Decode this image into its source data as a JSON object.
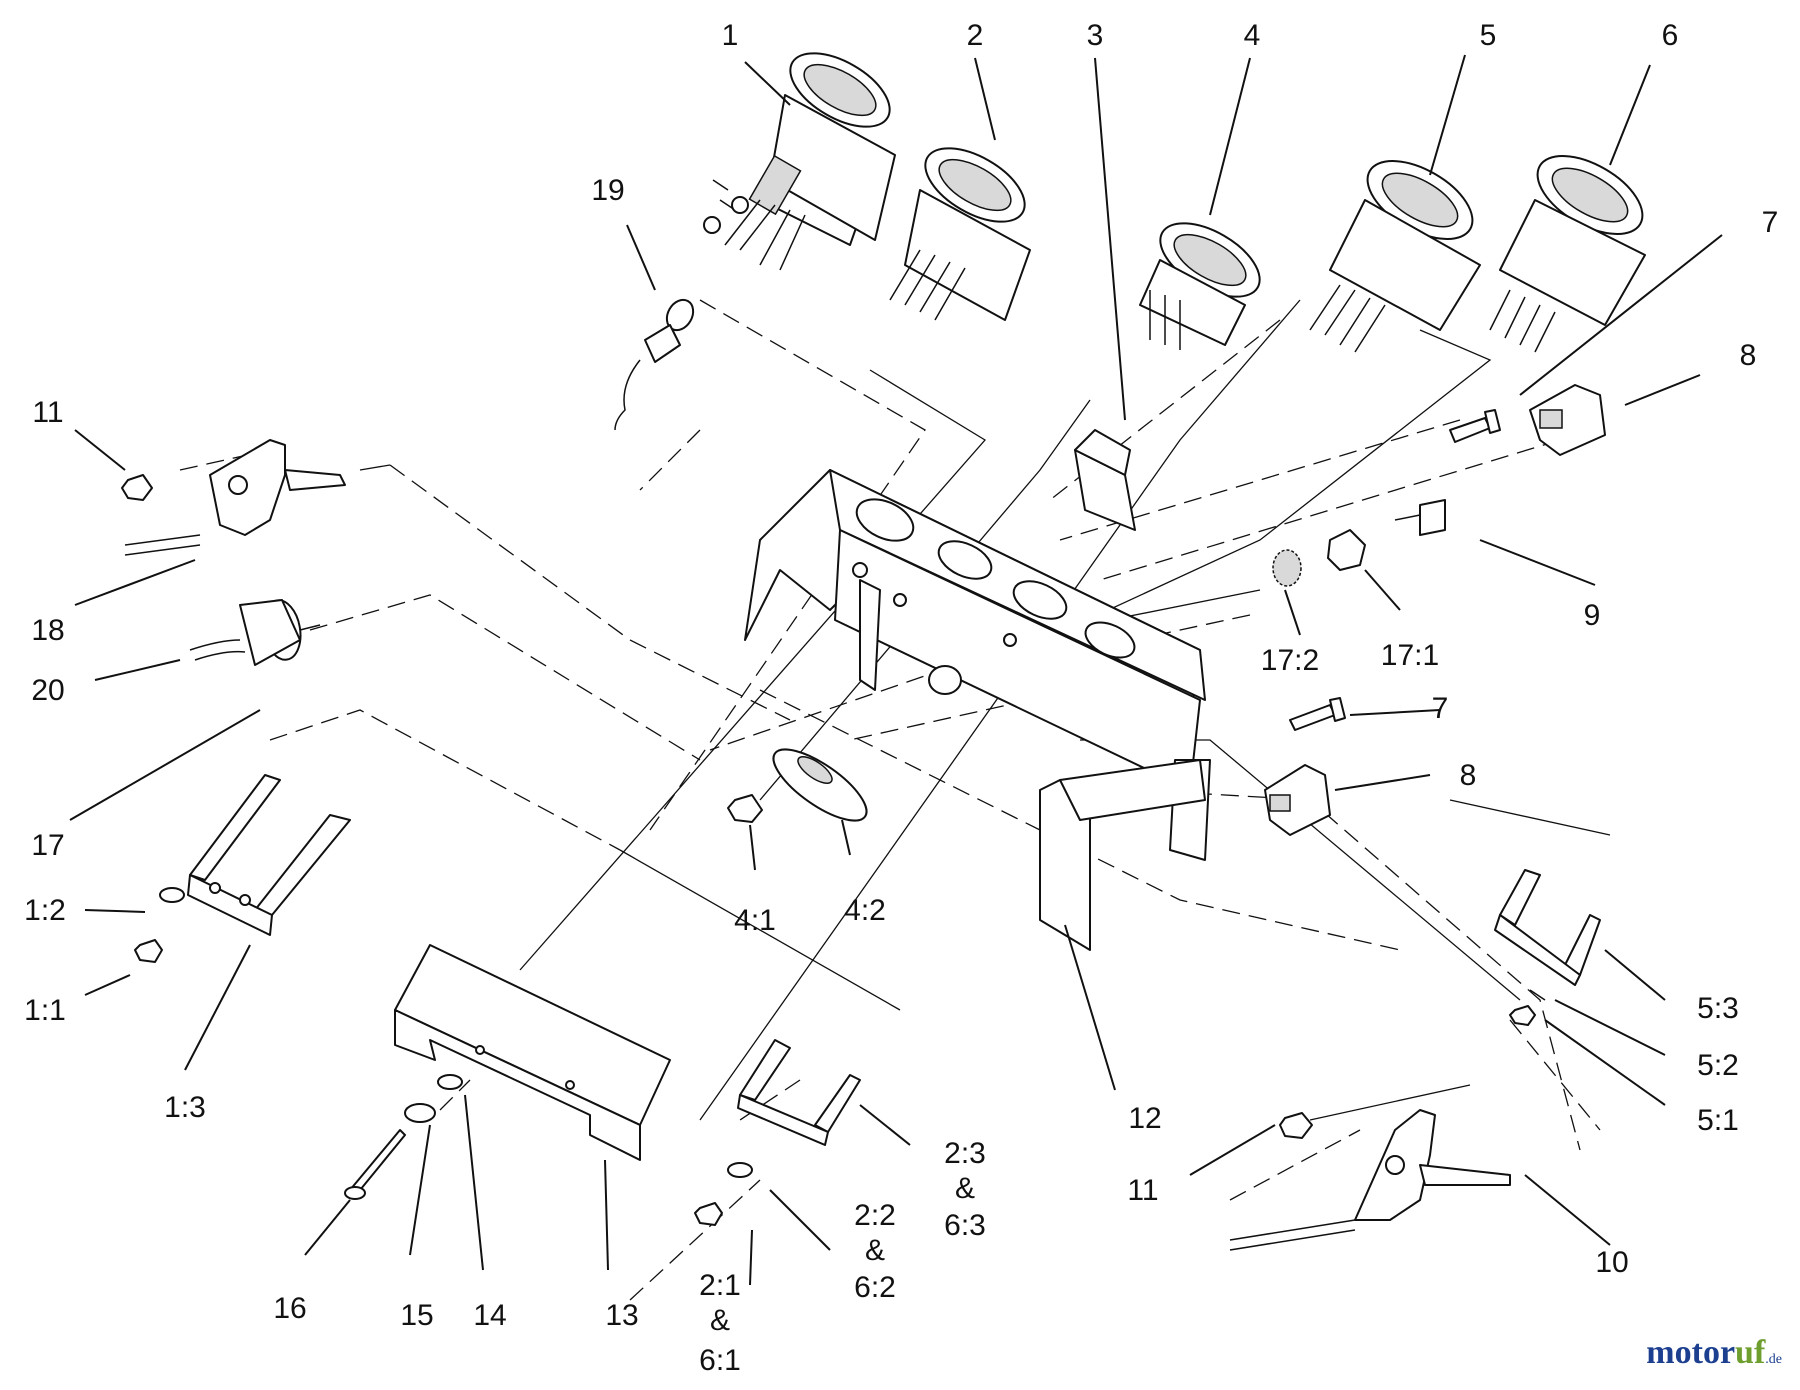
{
  "labels": {
    "p1": "1",
    "p2": "2",
    "p3": "3",
    "p4": "4",
    "p5": "5",
    "p6": "6",
    "p7a": "7",
    "p7b": "7",
    "p8a": "8",
    "p8b": "8",
    "p9": "9",
    "p10": "10",
    "p11a": "11",
    "p11b": "11",
    "p12": "12",
    "p13": "13",
    "p14": "14",
    "p15": "15",
    "p16": "16",
    "p17": "17",
    "p18": "18",
    "p19": "19",
    "p20": "20",
    "p1_1": "1:1",
    "p1_2": "1:2",
    "p1_3": "1:3",
    "p2_1a": "2:1",
    "p2_1b": "&",
    "p2_1c": "6:1",
    "p2_2a": "2:2",
    "p2_2b": "&",
    "p2_2c": "6:2",
    "p2_3a": "2:3",
    "p2_3b": "&",
    "p2_3c": "6:3",
    "p4_1": "4:1",
    "p4_2": "4:2",
    "p5_1": "5:1",
    "p5_2": "5:2",
    "p5_3": "5:3",
    "p17_1": "17:1",
    "p17_2": "17:2"
  },
  "watermark": {
    "text1": "motor",
    "text2": "uf",
    "text3": ".de"
  }
}
